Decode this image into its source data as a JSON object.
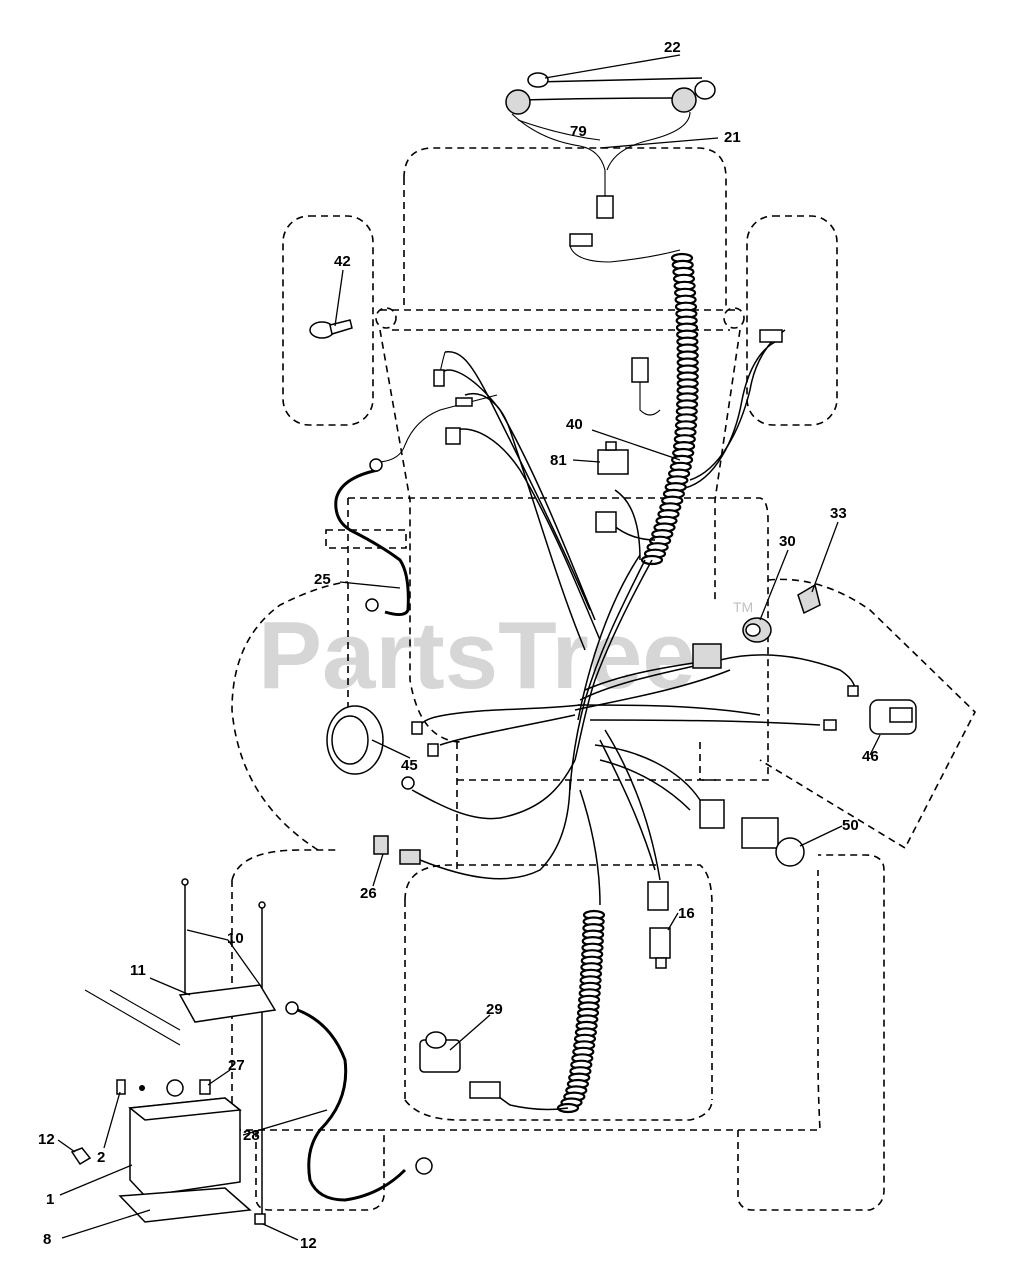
{
  "watermark": {
    "text": "PartsTree",
    "trademark": "TM"
  },
  "callouts": [
    {
      "id": "c22",
      "text": "22"
    },
    {
      "id": "c79",
      "text": "79"
    },
    {
      "id": "c21",
      "text": "21"
    },
    {
      "id": "c42",
      "text": "42"
    },
    {
      "id": "c40",
      "text": "40"
    },
    {
      "id": "c81",
      "text": "81"
    },
    {
      "id": "c33",
      "text": "33"
    },
    {
      "id": "c30",
      "text": "30"
    },
    {
      "id": "c25",
      "text": "25"
    },
    {
      "id": "c45",
      "text": "45"
    },
    {
      "id": "c46",
      "text": "46"
    },
    {
      "id": "c50",
      "text": "50"
    },
    {
      "id": "c26",
      "text": "26"
    },
    {
      "id": "c16",
      "text": "16"
    },
    {
      "id": "c10",
      "text": "10"
    },
    {
      "id": "c11",
      "text": "11"
    },
    {
      "id": "c29",
      "text": "29"
    },
    {
      "id": "c27",
      "text": "27"
    },
    {
      "id": "c28",
      "text": "28"
    },
    {
      "id": "c12a",
      "text": "12"
    },
    {
      "id": "c2",
      "text": "2"
    },
    {
      "id": "c1",
      "text": "1"
    },
    {
      "id": "c8",
      "text": "8"
    },
    {
      "id": "c12b",
      "text": "12"
    }
  ]
}
